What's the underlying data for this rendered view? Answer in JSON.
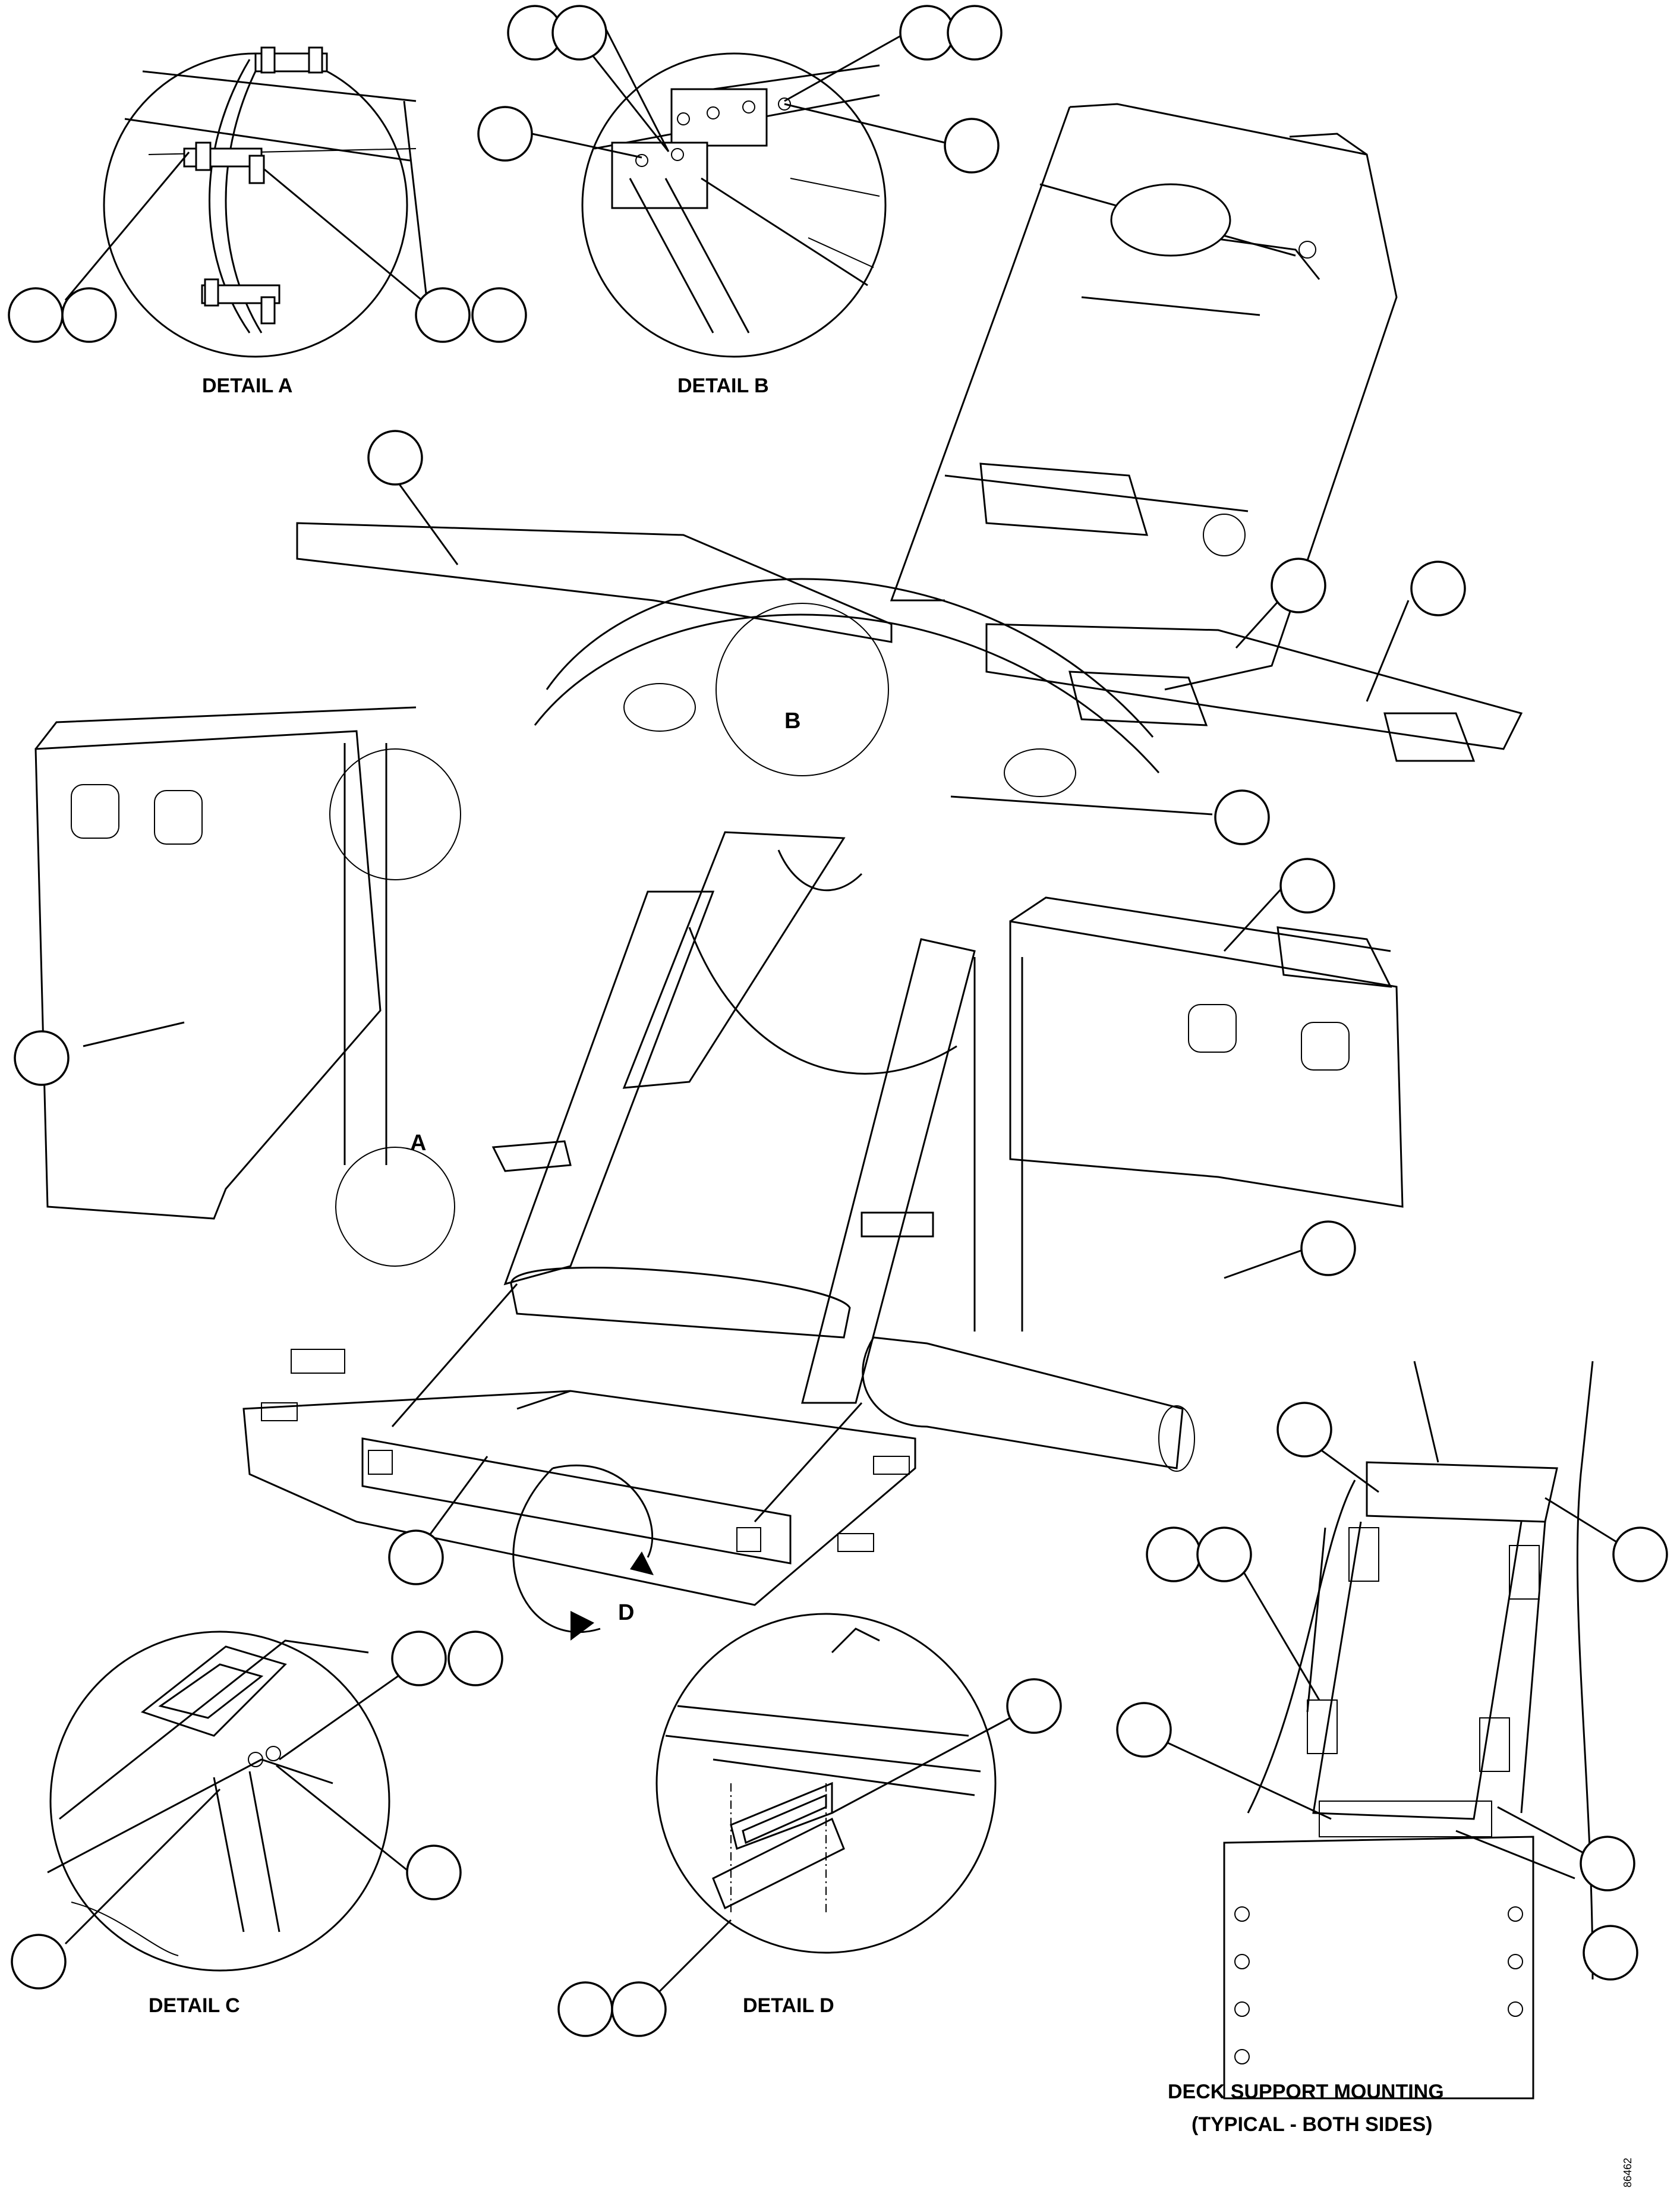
{
  "details": {
    "a": "DETAIL A",
    "b": "DETAIL B",
    "c": "DETAIL C",
    "d": "DETAIL D",
    "deck_title": "DECK SUPPORT MOUNTING",
    "deck_sub": "(TYPICAL - BOTH SIDES)"
  },
  "markers": {
    "a": "A",
    "b": "B",
    "d": "D"
  },
  "figure_id": "86462"
}
